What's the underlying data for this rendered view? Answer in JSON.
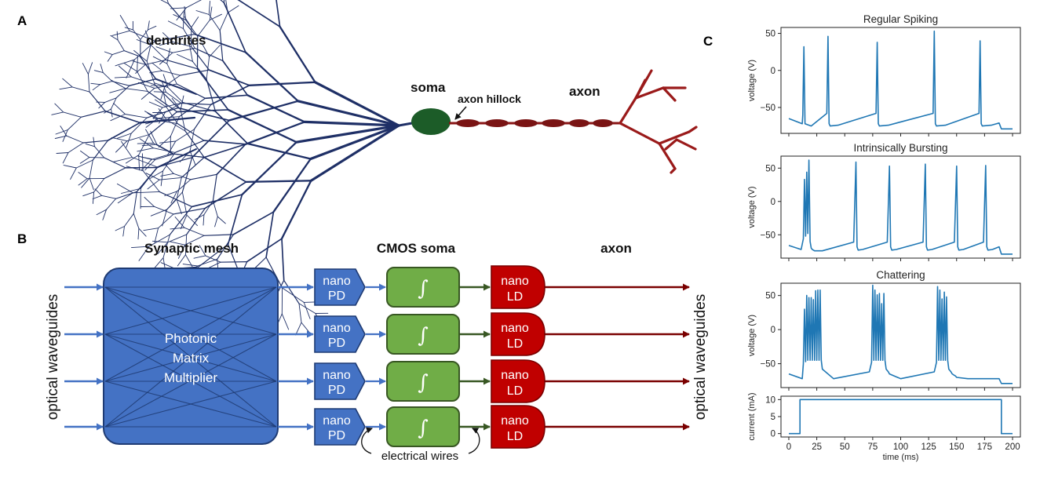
{
  "panel_labels": {
    "a": "A",
    "b": "B",
    "c": "C"
  },
  "neuron": {
    "dendrites": "dendrites",
    "soma": "soma",
    "axon_hillock": "axon hillock",
    "axon": "axon",
    "colors": {
      "dendrite": "#1e2f66",
      "soma": "#1c5c28",
      "axon": "#8a1414"
    }
  },
  "architecture": {
    "headers": {
      "synaptic": "Synaptic mesh",
      "soma": "CMOS soma",
      "axon": "axon"
    },
    "left_label": "optical waveguides",
    "right_label": "optical waveguides",
    "matrix_lines": [
      "Photonic",
      "Matrix",
      "Multiplier"
    ],
    "pd_lines": [
      "nano",
      "PD"
    ],
    "integrator_symbol": "∫",
    "ld_lines": [
      "nano",
      "LD"
    ],
    "wires_label": "electrical wires",
    "channels": 4,
    "colors": {
      "blue": "#4472c4",
      "blue_dark": "#1f3b73",
      "green": "#70ad47",
      "green_dark": "#385723",
      "red": "#c00000",
      "red_dark": "#7a0000"
    }
  },
  "chart_data": [
    {
      "type": "line",
      "title": "Regular Spiking",
      "ylabel": "voltage (V)",
      "ylim": [
        -85,
        58
      ],
      "yticks": [
        50,
        0,
        -50
      ],
      "x": [
        0,
        12,
        12.5,
        13.5,
        14.5,
        20,
        34,
        35,
        36,
        37,
        44,
        78,
        79,
        80,
        81,
        89,
        129,
        130,
        131,
        132,
        140,
        170,
        171,
        172,
        173,
        181,
        188,
        190,
        200
      ],
      "y": [
        -65,
        -72,
        -60,
        32,
        -72,
        -75,
        -58,
        46,
        -72,
        -75,
        -74,
        -58,
        38,
        -72,
        -75,
        -74,
        -58,
        53,
        -72,
        -75,
        -74,
        -58,
        40,
        -72,
        -75,
        -74,
        -71,
        -79,
        -79
      ],
      "color": "#1f77b4"
    },
    {
      "type": "line",
      "title": "Intrinsically Bursting",
      "ylabel": "voltage (V)",
      "ylim": [
        -85,
        68
      ],
      "yticks": [
        50,
        0,
        -50
      ],
      "x": [
        0,
        11,
        13,
        14,
        15,
        16,
        17,
        18,
        19,
        20,
        21,
        22,
        23,
        30,
        58,
        60,
        61,
        62,
        66,
        88,
        90,
        91,
        92,
        96,
        120,
        122,
        123,
        124,
        128,
        148,
        150,
        151,
        152,
        156,
        174,
        176,
        177,
        178,
        182,
        188,
        190,
        200
      ],
      "y": [
        -66,
        -72,
        -56,
        33,
        -52,
        44,
        -48,
        62,
        -60,
        -70,
        -72,
        -73,
        -74,
        -74,
        -61,
        59,
        -68,
        -73,
        -72,
        -61,
        53,
        -68,
        -73,
        -72,
        -61,
        56,
        -68,
        -73,
        -72,
        -61,
        53,
        -68,
        -73,
        -72,
        -61,
        54,
        -68,
        -73,
        -72,
        -68,
        -79,
        -79
      ],
      "color": "#1f77b4"
    },
    {
      "type": "line",
      "title": "Chattering",
      "ylabel": "voltage (V)",
      "ylim": [
        -85,
        68
      ],
      "yticks": [
        50,
        0,
        -50
      ],
      "x": [
        0,
        12,
        13,
        14,
        15,
        16,
        17,
        18,
        19,
        20,
        21,
        22,
        23,
        24,
        25,
        26,
        27,
        28,
        29,
        30,
        40,
        72,
        74,
        75,
        76,
        77,
        78,
        79,
        80,
        81,
        82,
        83,
        84,
        85,
        86,
        87,
        88,
        89,
        90,
        100,
        130,
        132,
        133,
        134,
        135,
        136,
        137,
        138,
        139,
        140,
        141,
        142,
        143,
        144,
        145,
        146,
        147,
        148,
        149,
        150,
        160,
        188,
        190,
        200
      ],
      "y": [
        -65,
        -72,
        -50,
        30,
        -47,
        50,
        -45,
        47,
        -45,
        47,
        -45,
        44,
        -45,
        57,
        -45,
        58,
        -45,
        58,
        -45,
        -58,
        -72,
        -62,
        -48,
        65,
        -45,
        58,
        -45,
        51,
        -45,
        53,
        -45,
        38,
        -45,
        53,
        -45,
        -58,
        -60,
        -62,
        -65,
        -72,
        -62,
        -48,
        63,
        -45,
        58,
        -45,
        45,
        -45,
        55,
        -45,
        48,
        -45,
        -58,
        -60,
        -62,
        -65,
        -66,
        -67,
        -68,
        -70,
        -72,
        -72,
        -79,
        -79
      ],
      "color": "#1f77b4"
    },
    {
      "type": "line",
      "ylabel": "current (mA)",
      "xlabel": "time (ms)",
      "ylim": [
        -1,
        11
      ],
      "yticks": [
        10,
        5,
        0
      ],
      "xticks": [
        0,
        25,
        50,
        75,
        100,
        125,
        150,
        175,
        200
      ],
      "x": [
        0,
        10,
        10,
        190,
        190,
        200
      ],
      "y": [
        0,
        0,
        10,
        10,
        0,
        0
      ],
      "color": "#1f77b4"
    }
  ]
}
